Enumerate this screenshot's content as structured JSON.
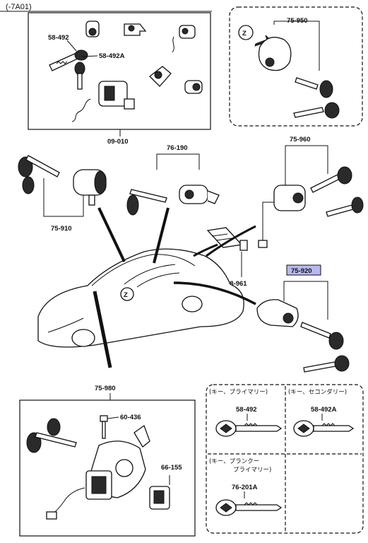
{
  "header": {
    "code": "(-7A01)"
  },
  "callouts": {
    "p58_492": "58-492",
    "p58_492A": "58-492A",
    "p09_010": "09-010",
    "p75_950": "75-950",
    "p76_190": "76-190",
    "p75_960": "75-960",
    "p75_910": "75-910",
    "p58_961": "58-961",
    "p75_920": "75-920",
    "p75_980": "75-980",
    "p60_436": "60-436",
    "p66_155": "66-155",
    "z_marker": "Z"
  },
  "key_legend": {
    "primary_caption": "(キー、プライマリー)",
    "secondary_caption": "(キー、セコンダリー)",
    "blank_caption_line1": "(キー、ブランクー",
    "blank_caption_line2": "プライマリー)",
    "primary_part": "58-492",
    "secondary_part": "58-492A",
    "blank_part": "76-201A"
  },
  "colors": {
    "highlight_box": "#b8b8f0",
    "line": "#111111"
  }
}
